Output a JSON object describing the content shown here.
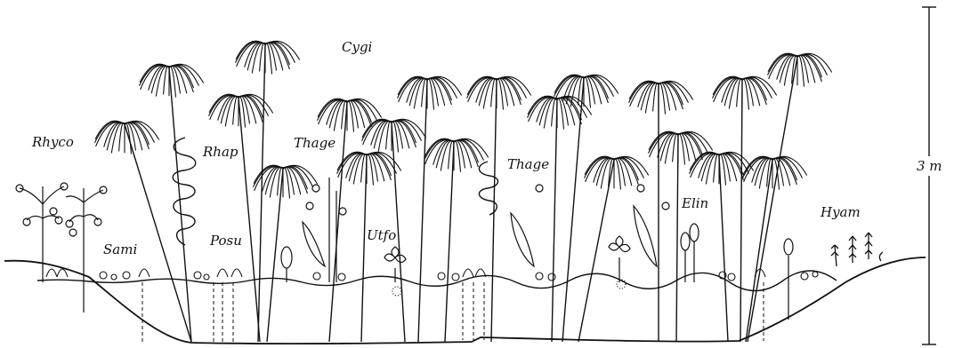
{
  "diagram": {
    "labels": {
      "rhyco": "Rhyco",
      "sami": "Sami",
      "rhap": "Rhap",
      "posu": "Posu",
      "thage_left": "Thage",
      "cygi": "Cygi",
      "utfo": "Utfo",
      "thage_right": "Thage",
      "elin": "Elin",
      "hyam": "Hyam"
    },
    "scale_label": "3 m"
  }
}
